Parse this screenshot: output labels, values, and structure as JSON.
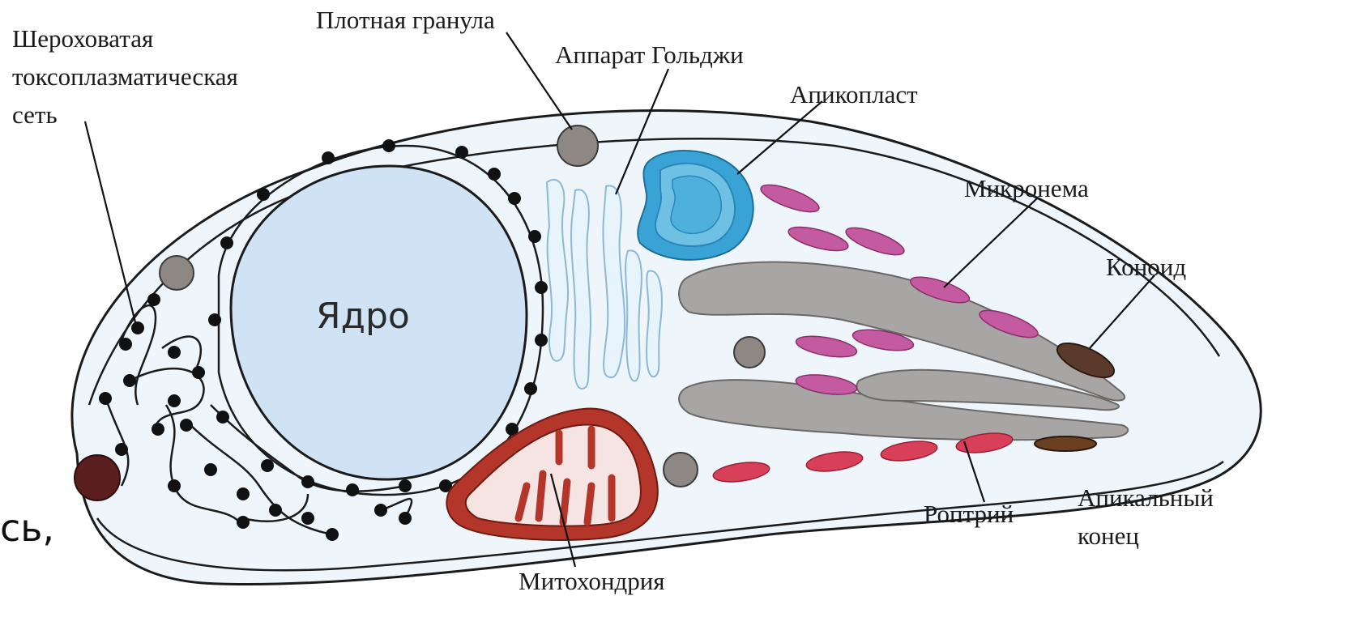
{
  "labels": {
    "rough_er_line1": "Шероховатая",
    "rough_er_line2": "токсоплазматическая",
    "rough_er_line3": "сеть",
    "dense_granule": "Плотная гранула",
    "golgi": "Аппарат Гольджи",
    "apicoplast": "Апикопласт",
    "micronema": "Микронема",
    "conoid": "Коноид",
    "nucleus": "Ядро",
    "rhoptry": "Роптрий",
    "apical_end_line1": "Апикальный",
    "apical_end_line2": "конец",
    "mitochondrion": "Митохондрия",
    "cut_text_left": "сь,"
  },
  "colors": {
    "cell_fill": "#eef6fb",
    "nucleus_fill": "#cfe3f5",
    "outline": "#1b1b1b",
    "ribosome": "#111111",
    "granule": "#8d8884",
    "dark_granule": "#5a1e1e",
    "golgi": "#e8f4fb",
    "apicoplast_outer": "#3aa3d6",
    "apicoplast_inner": "#6fc1e4",
    "micronema": "#c45a9f",
    "rhoptry": "#a8a6a4",
    "mitochondrion": "#b4362a",
    "dense_red": "#d8405a",
    "conoid": "#5a3a2a",
    "apical_body": "#6b3f22"
  }
}
